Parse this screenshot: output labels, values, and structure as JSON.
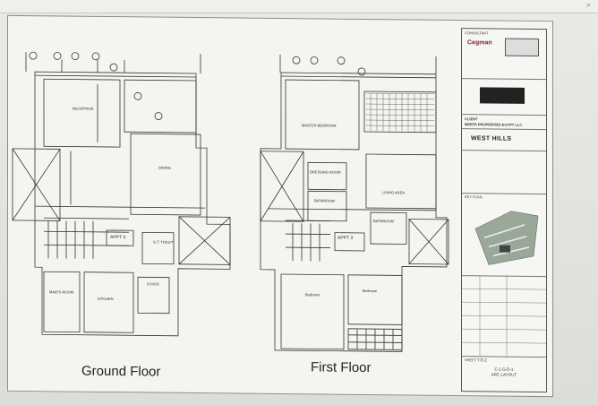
{
  "viewer": {
    "corner_icon": "search-icon"
  },
  "drawing": {
    "ground_floor_label": "Ground Floor",
    "first_floor_label": "First Floor",
    "ground_rooms": [
      "RECEPTION",
      "DINING",
      "KITCHEN",
      "MAID'S ROOM",
      "FOYER",
      "APPT 3",
      "G.T. TOILET"
    ],
    "first_rooms": [
      "MASTER BEDROOM",
      "DRESSING ROOM",
      "BATHROOM",
      "LIVING AREA",
      "BATHROOM",
      "Bedroom",
      "Bedroom",
      "APPT 3"
    ]
  },
  "title_block": {
    "consultant_label": "CONSULTANT",
    "logo_text": "Cegman",
    "client_label": "CLIENT",
    "client_name": "MERTA PROPERTIES EGYPT LLC",
    "project_name": "WEST HILLS",
    "key_plan_label": "KEY PLAN",
    "sheet_title_label": "SHEET TITLE",
    "sheet_number": "C-1-G-D-1",
    "sheet_title": "ARC LAYOUT"
  }
}
